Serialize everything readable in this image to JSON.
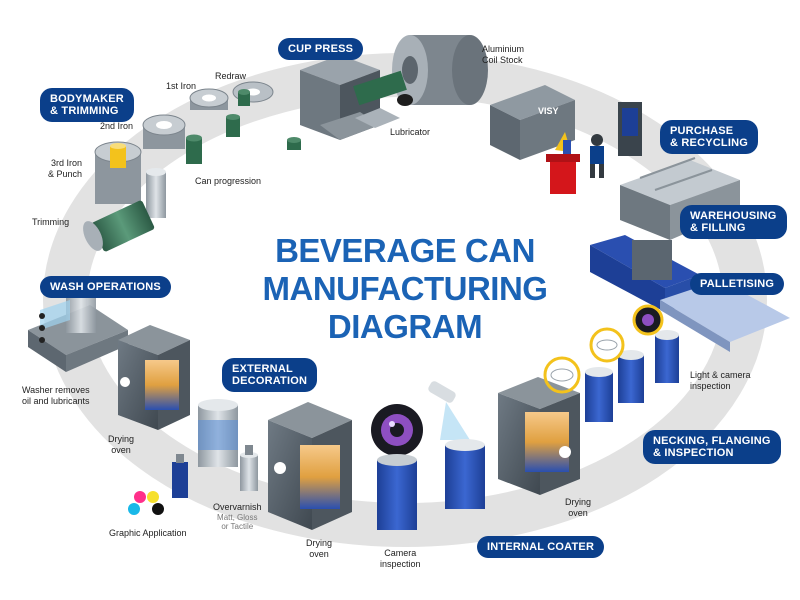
{
  "title": {
    "line1": "BEVERAGE CAN",
    "line2": "MANUFACTURING",
    "line3": "DIAGRAM"
  },
  "stages": {
    "cup_press": "CUP PRESS",
    "bodymaker_l1": "BODYMAKER",
    "bodymaker_l2": "& TRIMMING",
    "purchase_l1": "PURCHASE",
    "purchase_l2": "& RECYCLING",
    "warehousing_l1": "WAREHOUSING",
    "warehousing_l2": "& FILLING",
    "palletising": "PALLETISING",
    "wash": "WASH OPERATIONS",
    "external_l1": "EXTERNAL",
    "external_l2": "DECORATION",
    "necking_l1": "NECKING, FLANGING",
    "necking_l2": "& INSPECTION",
    "internal_coater": "INTERNAL COATER"
  },
  "captions": {
    "aluminium_l1": "Aluminium",
    "aluminium_l2": "Coil Stock",
    "lubricator": "Lubricator",
    "first_iron": "1st Iron",
    "redraw": "Redraw",
    "second_iron": "2nd Iron",
    "third_iron_l1": "3rd Iron",
    "third_iron_l2": "& Punch",
    "can_progression": "Can progression",
    "trimming": "Trimming",
    "washer_l1": "Washer removes",
    "washer_l2": "oil and lubricants",
    "drying_oven_l1": "Drying",
    "drying_oven_l2": "oven",
    "graphic_application": "Graphic Application",
    "overvarnish": "Overvarnish",
    "overvarnish_sub_l1": "Matt, Gloss",
    "overvarnish_sub_l2": "or Tactile",
    "camera_l1": "Camera",
    "camera_l2": "inspection",
    "light_camera_l1": "Light & camera",
    "light_camera_l2": "inspection"
  },
  "logo_text": "VISY",
  "colors": {
    "pill": "#0b3f8a",
    "title": "#1b63b5",
    "ring": "#e2e2e2",
    "machine": "#5b6670",
    "can_blue": "#2a4fb0",
    "accent_yellow": "#f3c21c",
    "bin_red": "#d4161b",
    "green": "#2e6b4c"
  }
}
